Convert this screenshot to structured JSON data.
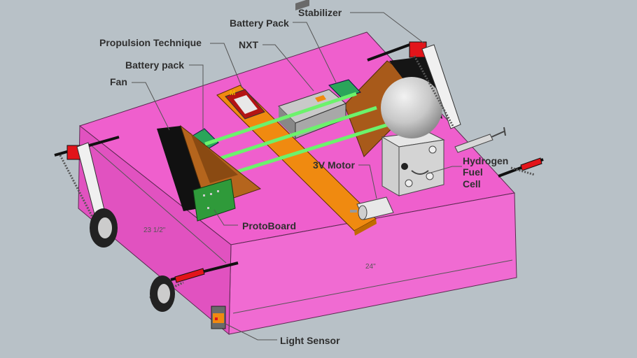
{
  "colors": {
    "background": "#b8c1c7",
    "board_top": "#ef5fcd",
    "board_front": "#f06bd2",
    "board_side": "#e152c0",
    "rail": "#f08a10",
    "rod": "#6cf36c",
    "fan_wood": "#b5651d",
    "protoboard": "#2f9a3a",
    "fuel_cell": "#d8d8d8"
  },
  "labels": {
    "stabilizer": "Stabilizer",
    "battery_pack_top": "Battery Pack",
    "propulsion": "Propulsion Technique",
    "nxt": "NXT",
    "battery_pack_side": "Battery pack",
    "fan": "Fan",
    "motor": "3V Motor",
    "fuel_cell_1": "Hydrogen",
    "fuel_cell_2": "Fuel",
    "fuel_cell_3": "Cell",
    "protoboard": "ProtoBoard",
    "light_sensor": "Light Sensor"
  },
  "dimensions": {
    "depth": "23 1/2\"",
    "width": "24\""
  }
}
